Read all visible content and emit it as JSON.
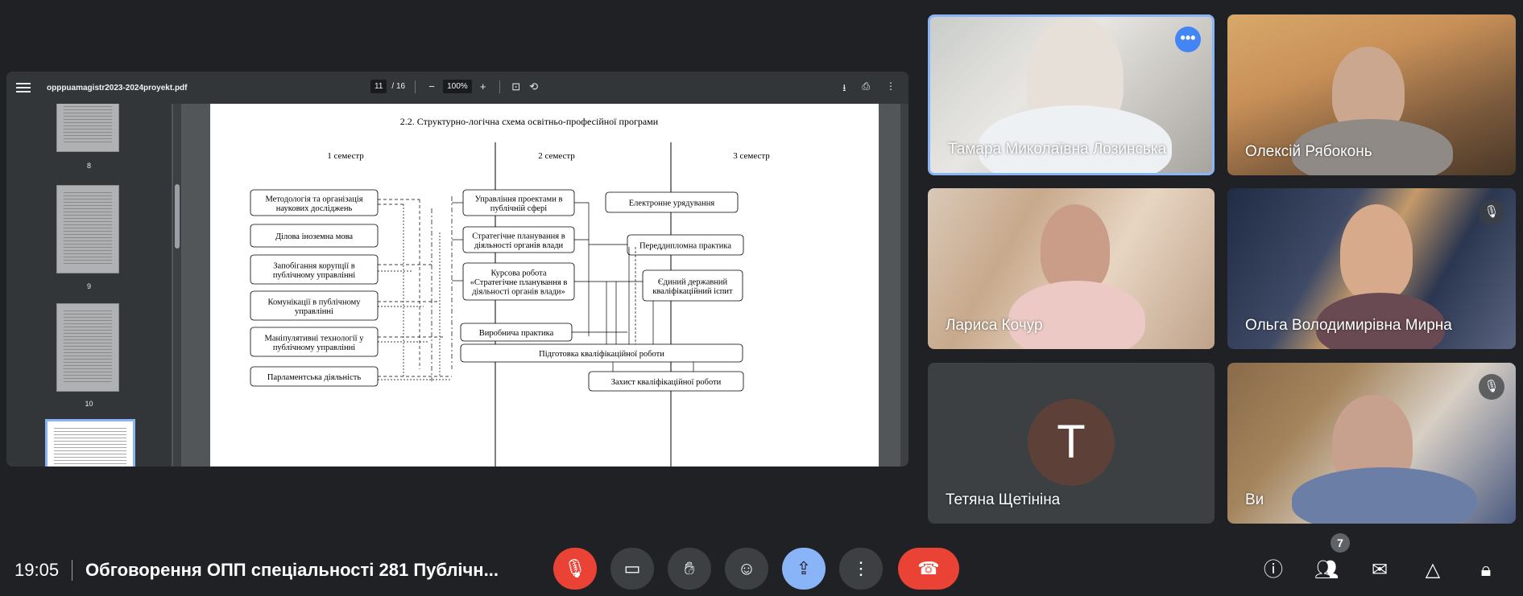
{
  "pdf": {
    "filename": "opppuamagistr2023-2024proyekt.pdf",
    "page_current": "11",
    "page_total": "/ 16",
    "zoom": "100%",
    "thumbnails": [
      "8",
      "9",
      "10"
    ],
    "page_title": "2.2. Структурно-логічна схема освітньо-професійної програми",
    "semesters": [
      "1 семестр",
      "2 семестр",
      "3 семестр"
    ],
    "sem1_boxes": [
      [
        "Методологія та організація",
        "наукових досліджень"
      ],
      [
        "Ділова іноземна мова"
      ],
      [
        "Запобігання корупції в",
        "публічному управлінні"
      ],
      [
        "Комунікації в публічному",
        "управлінні"
      ],
      [
        "Маніпулятивні технології у",
        "публічному управлінні"
      ],
      [
        "Парламентська діяльність"
      ]
    ],
    "sem2_boxes": [
      [
        "Управління проектами в",
        "публічній сфері"
      ],
      [
        "Стратегічне планування в",
        "діяльності органів влади"
      ],
      [
        "Курсова робота",
        "«Стратегічне планування в",
        "діяльності органів влади»"
      ],
      [
        "Виробнича практика"
      ],
      [
        "Підготовка кваліфікаційної роботи"
      ]
    ],
    "sem3_boxes": [
      [
        "Електронне урядування"
      ],
      [
        "Переддипломна практика"
      ],
      [
        "Єдиний державний",
        "кваліфікаційний іспит"
      ],
      [
        "Захист кваліфікаційної роботи"
      ]
    ]
  },
  "participants": [
    {
      "name": "Тамара Миколаївна Лозинська",
      "active": true
    },
    {
      "name": "Олексій Рябоконь"
    },
    {
      "name": "Лариса Кочур"
    },
    {
      "name": "Ольга Володимирівна Мирна",
      "muted": true
    },
    {
      "name": "Тетяна Щетініна",
      "avatar_letter": "T"
    },
    {
      "name": "Ви",
      "muted": true
    }
  ],
  "bottombar": {
    "clock": "19:05",
    "meeting_title": "Обговорення ОПП спеціальності 281 Публічн...",
    "people_count": "7"
  },
  "colors": {
    "accent": "#8ab4f8",
    "end_call": "#ea4335",
    "mic_off": "#ea4335"
  }
}
